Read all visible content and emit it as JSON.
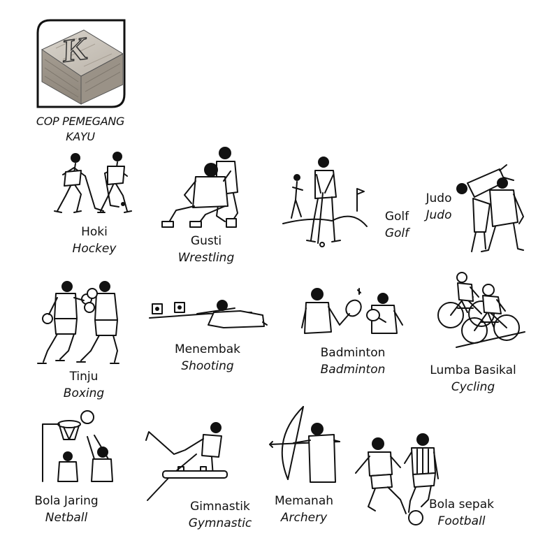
{
  "stamp": {
    "letter": "K",
    "caption_line1": "COP PEMEGANG",
    "caption_line2": "KAYU"
  },
  "sports": [
    {
      "id": "hockey",
      "malay": "Hoki",
      "english": "Hockey",
      "icon": "hockey-players-icon"
    },
    {
      "id": "wrestling",
      "malay": "Gusti",
      "english": "Wrestling",
      "icon": "wrestlers-icon"
    },
    {
      "id": "golf",
      "malay": "Golf",
      "english": "Golf",
      "icon": "golfer-icon"
    },
    {
      "id": "judo",
      "malay": "Judo",
      "english": "Judo",
      "icon": "judo-throw-icon"
    },
    {
      "id": "boxing",
      "malay": "Tinju",
      "english": "Boxing",
      "icon": "boxers-icon"
    },
    {
      "id": "shooting",
      "malay": "Menembak",
      "english": "Shooting",
      "icon": "prone-shooter-icon"
    },
    {
      "id": "badminton",
      "malay": "Badminton",
      "english": "Badminton",
      "icon": "badminton-players-icon"
    },
    {
      "id": "cycling",
      "malay": "Lumba Basikal",
      "english": "Cycling",
      "icon": "cyclists-icon"
    },
    {
      "id": "netball",
      "malay": "Bola Jaring",
      "english": "Netball",
      "icon": "netball-players-icon"
    },
    {
      "id": "gymnastic",
      "malay": "Gimnastik",
      "english": "Gymnastic",
      "icon": "pommel-horse-gymnast-icon"
    },
    {
      "id": "archery",
      "malay": "Memanah",
      "english": "Archery",
      "icon": "archer-icon"
    },
    {
      "id": "football",
      "malay": "Bola sepak",
      "english": "Football",
      "icon": "footballers-icon"
    }
  ]
}
